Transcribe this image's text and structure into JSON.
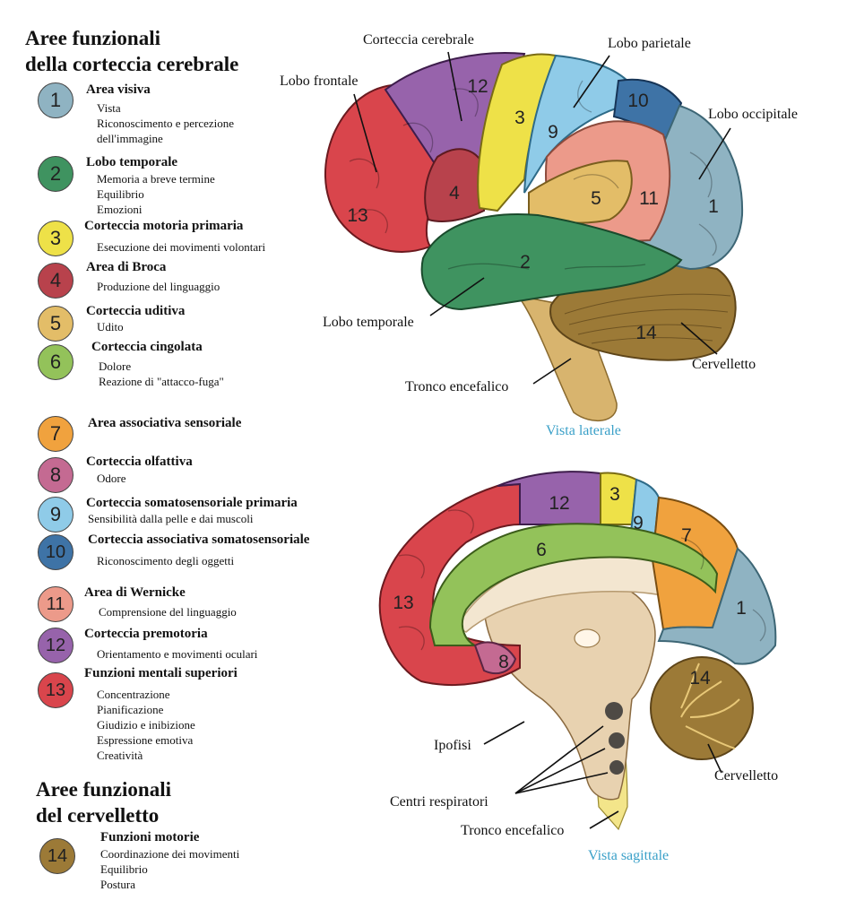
{
  "headings": {
    "cortex": [
      "Aree funzionali",
      "della corteccia cerebrale"
    ],
    "cerebellum": [
      "Aree funzionali",
      "del cervelletto"
    ]
  },
  "colors": {
    "1": "#8fb3c2",
    "2": "#3f9360",
    "3": "#eee148",
    "4": "#b8424c",
    "5": "#e3bd68",
    "6": "#93c25a",
    "7": "#f0a23e",
    "8": "#c46a92",
    "9": "#8fcbe8",
    "10": "#3e73a6",
    "11": "#ec9a8a",
    "12": "#9763ab",
    "13": "#d9454c",
    "14": "#9c7a37",
    "accent_label": "#3aa0c8"
  },
  "legend": [
    {
      "num": "1",
      "title": "Area visiva",
      "desc": [
        "Vista",
        "Riconoscimento e percezione",
        "dell'immagine"
      ]
    },
    {
      "num": "2",
      "title": "Lobo temporale",
      "desc": [
        "Memoria a breve termine",
        "Equilibrio",
        "Emozioni"
      ]
    },
    {
      "num": "3",
      "title": "Corteccia motoria primaria",
      "desc": [
        "Esecuzione dei movimenti volontari"
      ]
    },
    {
      "num": "4",
      "title": "Area di Broca",
      "desc": [
        "Produzione del linguaggio"
      ]
    },
    {
      "num": "5",
      "title": "Corteccia uditiva",
      "desc": [
        "Udito"
      ]
    },
    {
      "num": "6",
      "title": "Corteccia cingolata",
      "desc": [
        "Dolore",
        "Reazione di \"attacco-fuga\""
      ]
    },
    {
      "num": "7",
      "title": "Area associativa sensoriale",
      "desc": []
    },
    {
      "num": "8",
      "title": "Corteccia olfattiva",
      "desc": [
        "Odore"
      ]
    },
    {
      "num": "9",
      "title": "Corteccia somatosensoriale primaria",
      "desc": [
        "Sensibilità dalla pelle e dai muscoli"
      ]
    },
    {
      "num": "10",
      "title": "Corteccia associativa somatosensoriale",
      "desc": [
        "Riconoscimento degli oggetti"
      ]
    },
    {
      "num": "11",
      "title": "Area di Wernicke",
      "desc": [
        "Comprensione del linguaggio"
      ]
    },
    {
      "num": "12",
      "title": "Corteccia premotoria",
      "desc": [
        "Orientamento e movimenti oculari"
      ]
    },
    {
      "num": "13",
      "title": "Funzioni mentali superiori",
      "desc": [
        "Concentrazione",
        "Pianificazione",
        "Giudizio e inibizione",
        "Espressione emotiva",
        "Creatività"
      ]
    },
    {
      "num": "14",
      "title": "Funzioni motorie",
      "desc": [
        "Coordinazione dei movimenti",
        "Equilibrio",
        "Postura"
      ]
    }
  ],
  "lateral_view": {
    "label": "Vista laterale",
    "callouts": {
      "cortex": "Corteccia cerebrale",
      "parietal": "Lobo parietale",
      "frontal": "Lobo frontale",
      "occipital": "Lobo occipitale",
      "temporal": "Lobo temporale",
      "cerebellum": "Cervelletto",
      "brainstem": "Tronco encefalico"
    }
  },
  "sagittal_view": {
    "label": "Vista sagittale",
    "callouts": {
      "pituitary": "Ipofisi",
      "respiratory": "Centri respiratori",
      "brainstem": "Tronco encefalico",
      "cerebellum": "Cervelletto"
    }
  }
}
